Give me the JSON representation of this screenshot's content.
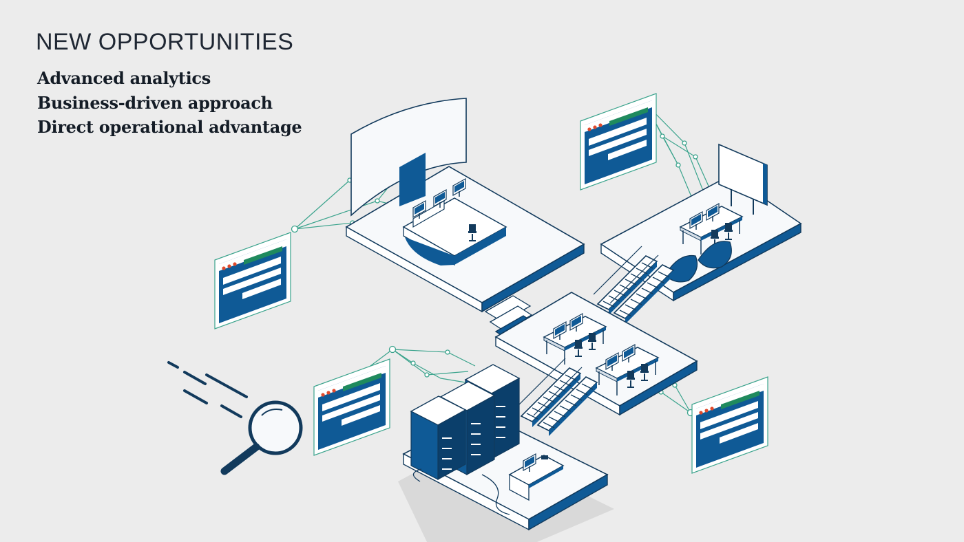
{
  "heading": "NEW OPPORTUNITIES",
  "bullets": [
    "Advanced analytics",
    "Business-driven approach",
    "Direct operational advantage"
  ],
  "colors": {
    "background": "#ececec",
    "primary_blue": "#0f5a96",
    "dark_blue": "#0b3f6b",
    "navy_outline": "#123a5c",
    "teal_line": "#3aa38c",
    "accent_green": "#1f8a5e",
    "dot_red": "#e04a2c",
    "floor_top": "#f7f9fb"
  },
  "icons": [
    "browser-window-icon",
    "magnifier-icon",
    "server-rack-icon",
    "monitor-icon",
    "office-chair-icon",
    "bean-bag-icon",
    "staircase-icon",
    "network-node-icon"
  ]
}
